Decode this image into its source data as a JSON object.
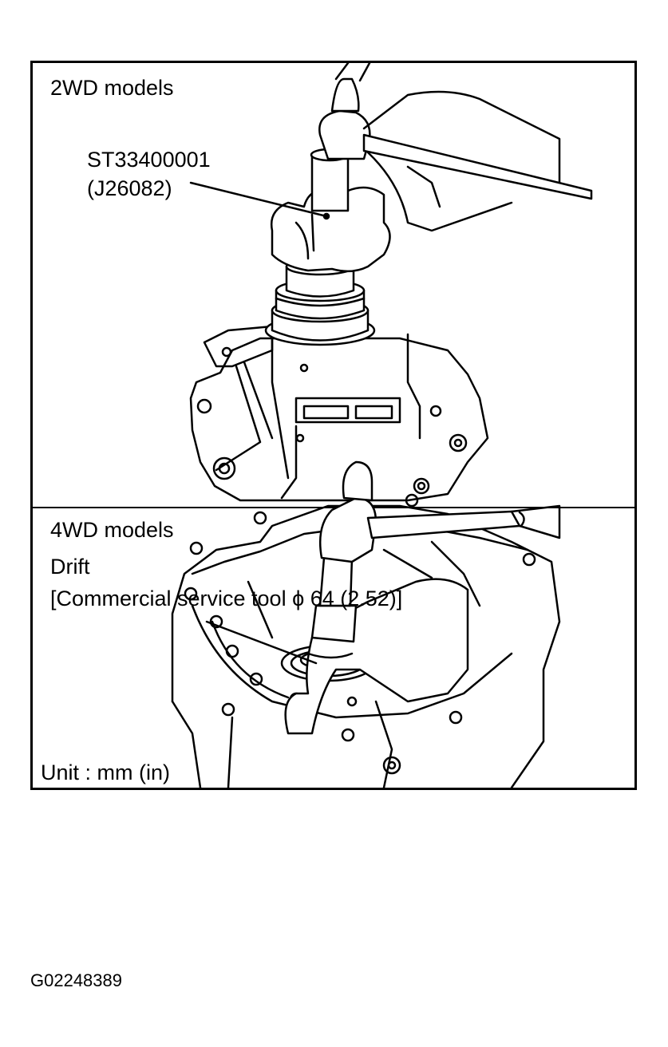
{
  "panels": [
    {
      "title": "2WD models",
      "tool_code": "ST33400001",
      "tool_alt_code": "(J26082)"
    },
    {
      "title": "4WD models",
      "tool_name": "Drift",
      "tool_spec": "[Commercial service tool ϕ 64 (2.52)]",
      "unit_note": "Unit : mm (in)"
    }
  ],
  "figure_id": "G02248389"
}
